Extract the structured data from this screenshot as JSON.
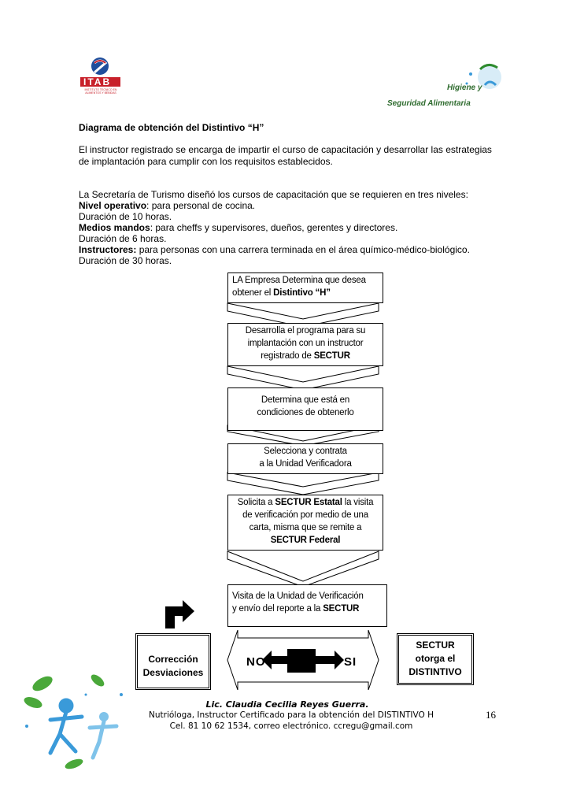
{
  "header": {
    "logo_left_text": "ITAB",
    "logo_left_sub": "INSTITUTO TECNICO EN ALIMENTOS Y BEBIDAS",
    "logo_right_line1": "Higiene y",
    "logo_right_line2": "Seguridad Alimentaria"
  },
  "document": {
    "title": "Diagrama de obtención del Distintivo “H”",
    "intro": "El instructor registrado se encarga de impartir el curso de capacitación y desarrollar las estrategias de implantación para cumplir con los requisitos establecidos.",
    "levels_intro": "La Secretaría de Turismo diseñó los cursos de capacitación que se requieren en tres niveles:",
    "levels": [
      {
        "name": "Nivel operativo",
        "desc": ": para personal de cocina.",
        "duration": "Duración de 10 horas."
      },
      {
        "name": "Medios mandos",
        "desc": ": para cheffs y supervisores, dueños, gerentes y directores.",
        "duration": "Duración de 6 horas."
      },
      {
        "name": "Instructores:",
        "desc": " para personas con una carrera terminada en el área químico-médico-biológico.",
        "duration": "Duración de 30 horas."
      }
    ]
  },
  "flow": {
    "step1_a": "LA Empresa Determina que desea",
    "step1_b": "obtener el ",
    "step1_bold": "Distintivo “H”",
    "step2_a": "Desarrolla el programa para su",
    "step2_b": "implantación con un instructor",
    "step2_c": "registrado de ",
    "step2_bold": "SECTUR",
    "step3_a": "Determina que está en",
    "step3_b": "condiciones de obtenerlo",
    "step4_a": "Selecciona y contrata",
    "step4_b": "a la Unidad Verificadora",
    "step5_a": "Solicita a ",
    "step5_bold1": "SECTUR Estatal",
    "step5_a2": " la visita",
    "step5_b": "de verificación por medio de una",
    "step5_c": "carta, misma que se remite a",
    "step5_bold2": "SECTUR Federal",
    "step6_a": "Visita de la Unidad de Verificación",
    "step6_b": "y envío del reporte a la ",
    "step6_bold": "SECTUR",
    "no_label": "NO",
    "si_label": "SI",
    "correction_1": "Corrección",
    "correction_2": "Desviaciones",
    "sectur_1": "SECTUR",
    "sectur_2": "otorga el",
    "sectur_3": "DISTINTIVO"
  },
  "footer": {
    "author": "Lic. Claudia Cecilia Reyes Guerra.",
    "role": "Nutrióloga, Instructor Certificado para la obtención del DISTINTIVO H",
    "contact": "Cel. 81 10 62 1534, correo electrónico. ccregu@gmail.com",
    "page_number": "16"
  },
  "colors": {
    "itab_red": "#c8202a",
    "itab_blue": "#1f4e9c",
    "brand_green": "#2e8b2e",
    "brand_blue": "#3a9ad9"
  }
}
